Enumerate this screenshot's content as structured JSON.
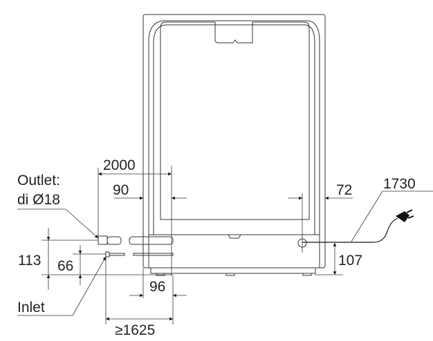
{
  "labels": {
    "outlet_line1": "Outlet:",
    "outlet_line2": "di Ø18",
    "inlet": "Inlet",
    "dim_2000": "2000",
    "dim_90": "90",
    "dim_72": "72",
    "dim_1730": "1730",
    "dim_113": "113",
    "dim_66": "66",
    "dim_107": "107",
    "dim_96": "96",
    "dim_1625": "≥1625"
  },
  "colors": {
    "body": "#a6a6a6",
    "line": "#333333"
  }
}
